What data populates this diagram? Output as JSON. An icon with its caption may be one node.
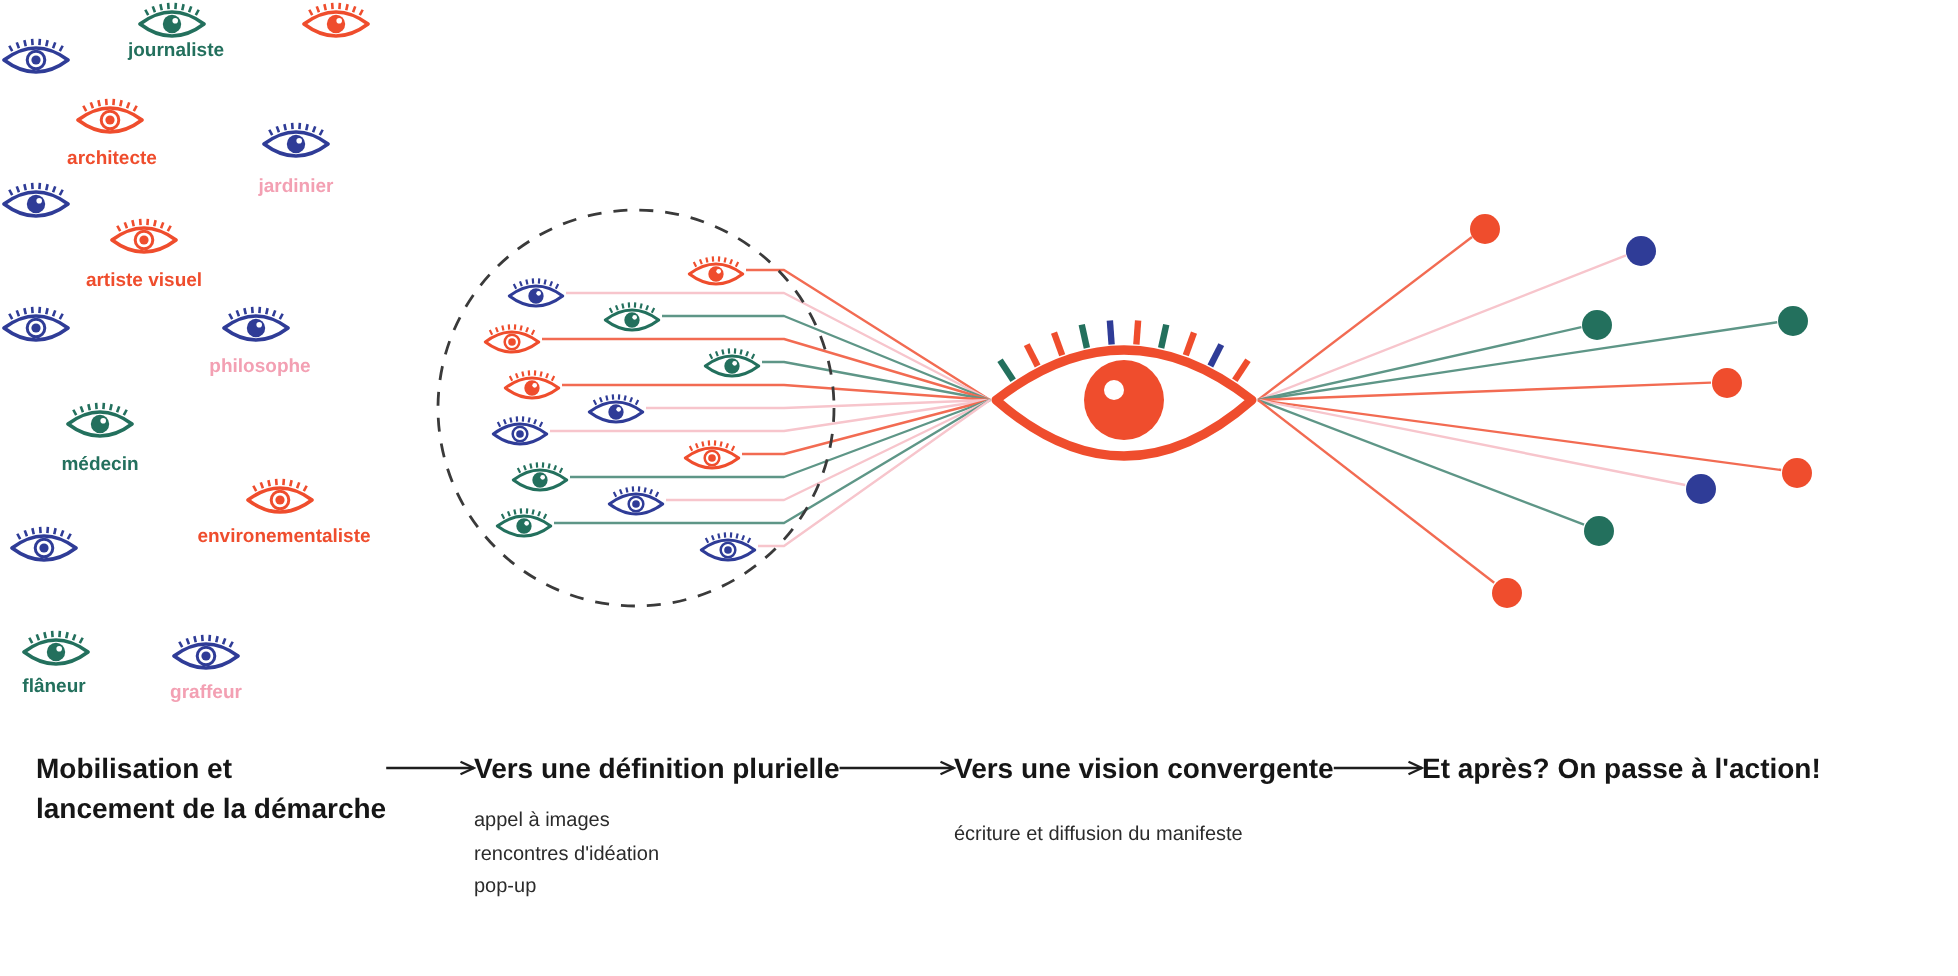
{
  "diagram": {
    "nodes": [
      {
        "text": [],
        "shape": "circle"
      },
      {
        "text": [],
        "shape": "picture",
        "in": 0
      },
      {
        "text": [],
        "shape": "picture",
        "in": 0
      },
      {
        "text": [],
        "shape": "picture",
        "in": 0
      },
      {
        "text": [],
        "shape": "picture",
        "in": 0
      },
      {
        "text": [],
        "shape": "picture",
        "in": 0
      },
      {
        "text": [],
        "shape": "picture",
        "in": 0
      },
      {
        "text": [],
        "shape": "picture",
        "in": 0
      },
      {
        "text": [],
        "shape": "picture",
        "in": 0
      },
      {
        "text": [],
        "shape": "picture",
        "in": 0
      },
      {
        "text": [],
        "shape": "picture",
        "in": 0
      },
      {
        "text": [],
        "shape": "picture",
        "in": 0
      },
      {
        "text": [],
        "shape": "picture",
        "in": 0
      },
      {
        "text": [],
        "shape": "picture",
        "in": 0
      },
      {
        "text": [],
        "shape": "picture"
      },
      {
        "text": [],
        "shape": "circle"
      },
      {
        "text": [],
        "shape": "circle"
      },
      {
        "text": [],
        "shape": "circle"
      },
      {
        "text": [],
        "shape": "circle"
      },
      {
        "text": [],
        "shape": "circle"
      },
      {
        "text": [],
        "shape": "circle"
      },
      {
        "text": [],
        "shape": "circle"
      },
      {
        "text": [],
        "shape": "circle"
      },
      {
        "text": [],
        "shape": "circle"
      },
      {
        "text": [
          "Mobilisation et lancement de la démarche"
        ]
      },
      {
        "text": [
          "Vers une définition plurielle",
          "appel à images",
          "rencontres d'idéation",
          "pop-up"
        ]
      },
      {
        "text": [
          "Vers une vision convergente",
          "écriture et diffusion du manifeste"
        ]
      },
      {
        "text": [
          "Et après? On passe à l'action!"
        ]
      }
    ],
    "edges": [
      {
        "from": 1,
        "to": 14,
        "arrow": "none",
        "color": "#f26b52"
      },
      {
        "from": 2,
        "to": 14,
        "arrow": "none",
        "color": "#f7c5cc"
      },
      {
        "from": 3,
        "to": 14,
        "arrow": "none",
        "color": "#5e9687"
      },
      {
        "from": 4,
        "to": 14,
        "arrow": "none",
        "color": "#f26b52"
      },
      {
        "from": 5,
        "to": 14,
        "arrow": "none",
        "color": "#5e9687"
      },
      {
        "from": 6,
        "to": 14,
        "arrow": "none",
        "color": "#f26b52"
      },
      {
        "from": 7,
        "to": 14,
        "arrow": "none",
        "color": "#f7c5cc"
      },
      {
        "from": 8,
        "to": 14,
        "arrow": "none",
        "color": "#f7c5cc"
      },
      {
        "from": 9,
        "to": 14,
        "arrow": "none",
        "color": "#f26b52"
      },
      {
        "from": 10,
        "to": 14,
        "arrow": "none",
        "color": "#5e9687"
      },
      {
        "from": 11,
        "to": 14,
        "arrow": "none",
        "color": "#f7c5cc"
      },
      {
        "from": 12,
        "to": 14,
        "arrow": "none",
        "color": "#5e9687"
      },
      {
        "from": 13,
        "to": 14,
        "arrow": "none",
        "color": "#f7c5cc"
      },
      {
        "from": 14,
        "to": 15,
        "arrow": "none",
        "color": "#f26b52"
      },
      {
        "from": 14,
        "to": 16,
        "arrow": "none",
        "color": "#f7c5cc"
      },
      {
        "from": 14,
        "to": 17,
        "arrow": "none",
        "color": "#5e9687"
      },
      {
        "from": 14,
        "to": 18,
        "arrow": "none",
        "color": "#5e9687"
      },
      {
        "from": 14,
        "to": 19,
        "arrow": "none",
        "color": "#f26b52"
      },
      {
        "from": 14,
        "to": 20,
        "arrow": "none",
        "color": "#f26b52"
      },
      {
        "from": 14,
        "to": 21,
        "arrow": "none",
        "color": "#f7c5cc"
      },
      {
        "from": 14,
        "to": 22,
        "arrow": "none",
        "color": "#5e9687"
      },
      {
        "from": 14,
        "to": 23,
        "arrow": "none",
        "color": "#f26b52"
      },
      {
        "from": 24,
        "to": 25,
        "arrow": "to",
        "color": "#1e1e1e"
      },
      {
        "from": 25,
        "to": 26,
        "arrow": "to",
        "color": "#1e1e1e"
      },
      {
        "from": 26,
        "to": 27,
        "arrow": "to",
        "color": "#1e1e1e"
      }
    ],
    "labels": [
      "journaliste",
      "architecte",
      "jardinier",
      "artiste visuel",
      "philosophe",
      "médecin",
      "environementaliste",
      "flâneur",
      "graffeur"
    ]
  }
}
